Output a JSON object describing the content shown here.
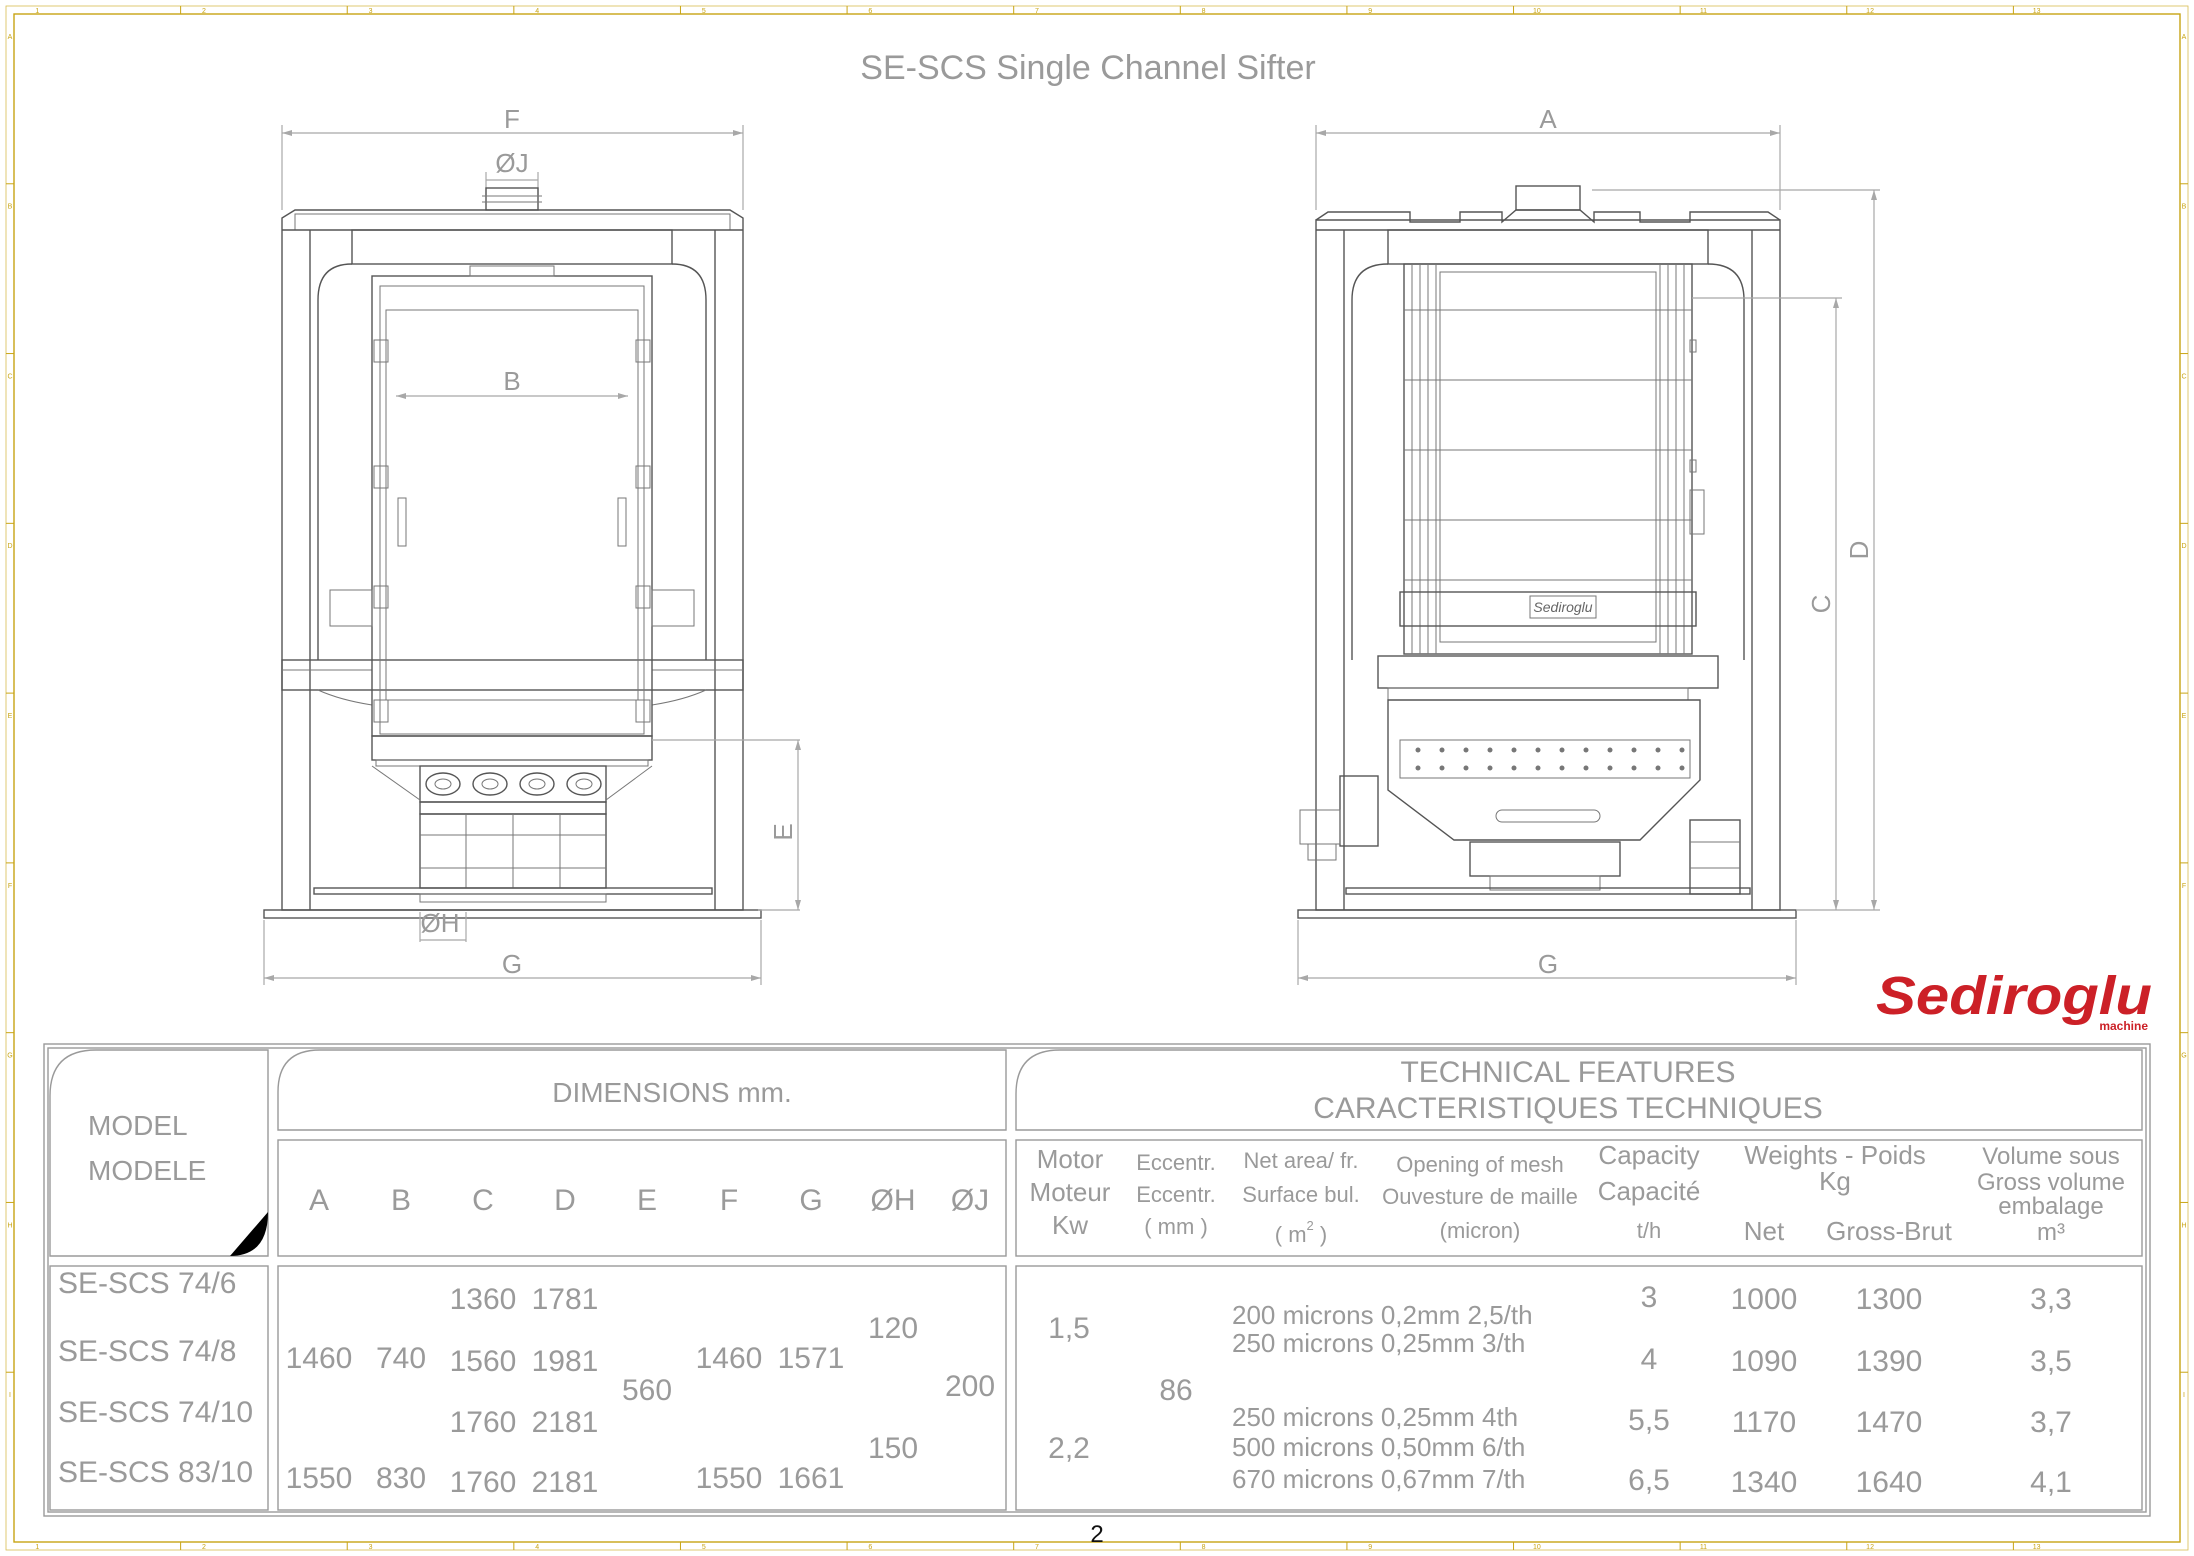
{
  "title": "SE-SCS Single Channel Sifter",
  "page_number": "2",
  "brand": {
    "name": "Sediroglu",
    "sub": "machine",
    "color": "#cc2027"
  },
  "frame": {
    "columns": [
      "1",
      "2",
      "3",
      "4",
      "5",
      "6",
      "7",
      "8",
      "9",
      "10",
      "11",
      "12",
      "13"
    ],
    "rows": [
      "A",
      "B",
      "C",
      "D",
      "E",
      "F",
      "G",
      "H",
      "I"
    ],
    "color": "#c8a414"
  },
  "drawing_labels": {
    "left": {
      "F": "F",
      "J": "ØJ",
      "B": "B",
      "E": "E",
      "H": "ØH",
      "G": "G"
    },
    "right": {
      "A": "A",
      "C": "C",
      "D": "D",
      "G": "G",
      "plate": "Sediroglu"
    }
  },
  "table": {
    "model_header": [
      "MODEL",
      "MODELE"
    ],
    "dimensions_header": "DIMENSIONS mm.",
    "technical_header": [
      "TECHNICAL FEATURES",
      "CARACTERISTIQUES TECHNIQUES"
    ],
    "dim_columns": [
      "A",
      "B",
      "C",
      "D",
      "E",
      "F",
      "G",
      "ØH",
      "ØJ"
    ],
    "motor": [
      "Motor",
      "Moteur",
      "Kw"
    ],
    "eccentr": [
      "Eccentr.",
      "Eccentr.",
      "( mm )"
    ],
    "net_area": [
      "Net area/ fr.",
      "Surface bul.",
      "( m",
      "2",
      " )"
    ],
    "opening": [
      "Opening of mesh",
      "Ouvesture de maille",
      "(micron)"
    ],
    "capacity": [
      "Capacity",
      "Capacité",
      "t/h"
    ],
    "weights": [
      "Weights - Poids",
      "Kg",
      "Net",
      "Gross-Brut"
    ],
    "volume": [
      "Volume sous",
      "Gross volume",
      "embalage",
      "m³"
    ],
    "models": [
      "SE-SCS 74/6",
      "SE-SCS 74/8",
      "SE-SCS 74/10",
      "SE-SCS 83/10"
    ],
    "A": [
      "1460",
      "1550"
    ],
    "B": [
      "740",
      "830"
    ],
    "C": [
      "1360",
      "1560",
      "1760",
      "1760"
    ],
    "D": [
      "1781",
      "1981",
      "2181",
      "2181"
    ],
    "E": "560",
    "F": [
      "1460",
      "1550"
    ],
    "G": [
      "1571",
      "1661"
    ],
    "H": [
      "120",
      "150"
    ],
    "J": "200",
    "motor_kw": [
      "1,5",
      "2,2"
    ],
    "eccentricity": "86",
    "mesh_a": [
      "200 microns 0,2mm 2,5/th",
      "250 microns 0,25mm 3/th"
    ],
    "mesh_b": [
      "250 microns 0,25mm 4th",
      "500 microns 0,50mm 6/th",
      "670 microns 0,67mm 7/th"
    ],
    "capacity_th": [
      "3",
      "4",
      "5,5",
      "6,5"
    ],
    "weight_net": [
      "1000",
      "1090",
      "1170",
      "1340"
    ],
    "weight_gross": [
      "1300",
      "1390",
      "1470",
      "1640"
    ],
    "volume_m3": [
      "3,3",
      "3,5",
      "3,7",
      "4,1"
    ]
  }
}
